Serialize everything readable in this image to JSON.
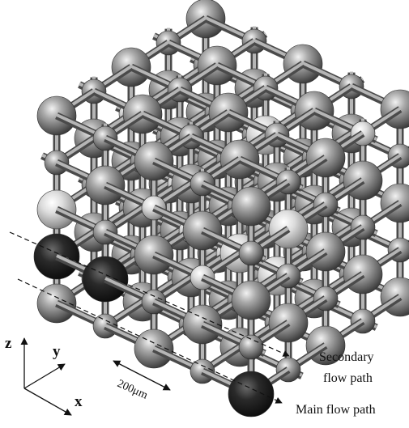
{
  "figure": {
    "axes": {
      "x": "x",
      "y": "y",
      "z": "z"
    },
    "scale_label": "200μm",
    "paths": {
      "secondary": [
        "Secondary",
        "flow path"
      ],
      "main": "Main flow path"
    },
    "colors": {
      "background": "#ffffff",
      "strut": "#8a8a8a",
      "node_gray": "#7d7d7d",
      "node_light": "#cfcfcf",
      "node_dark": "#1e1e1e",
      "path_line": "#111111"
    },
    "lattice": {
      "size": 5
    }
  }
}
